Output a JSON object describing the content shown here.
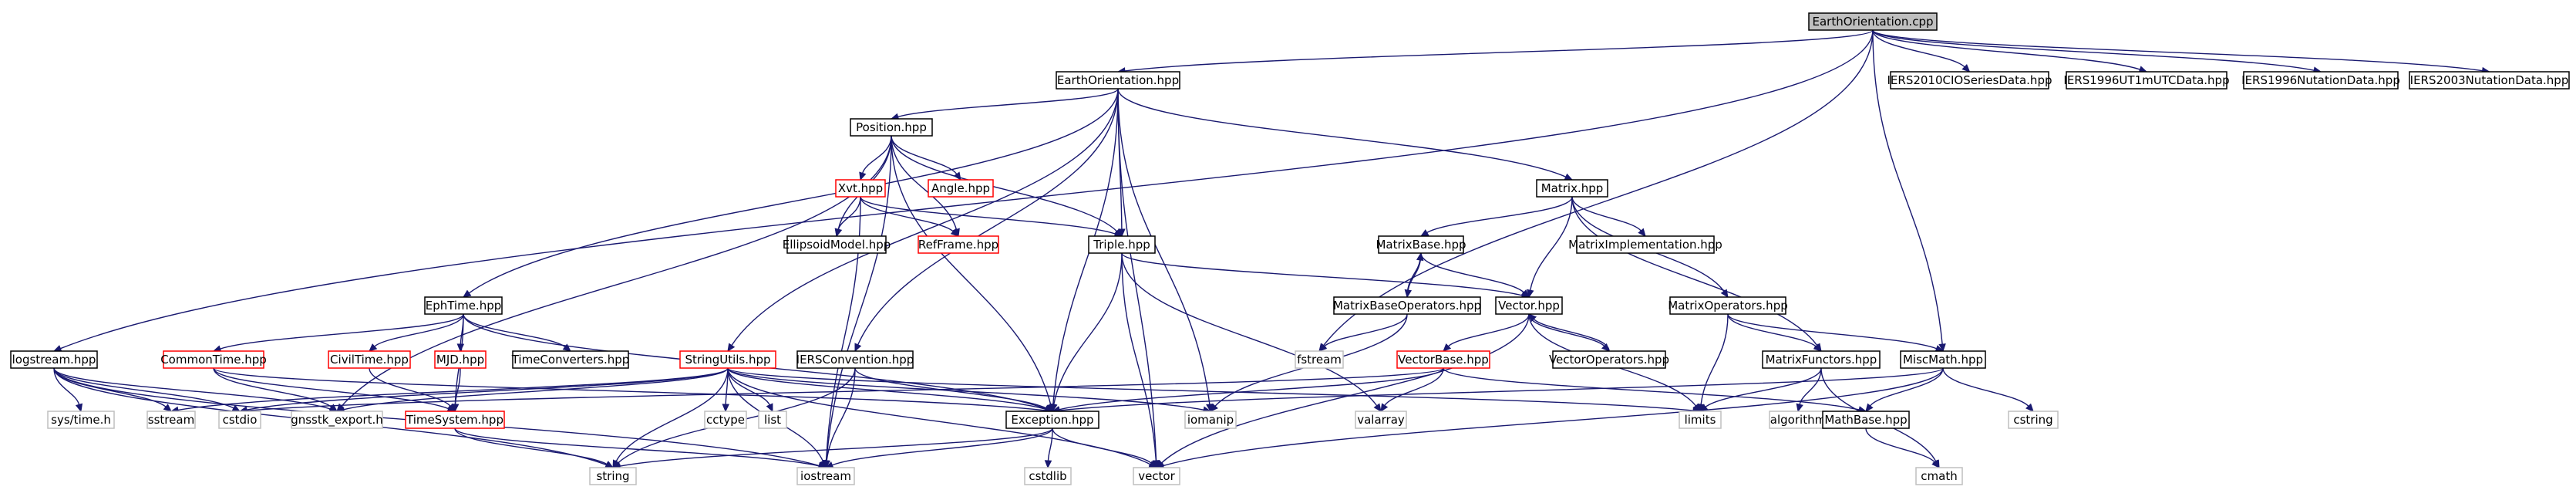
{
  "graph": {
    "nodes": [
      {
        "id": "root",
        "label": "EarthOrientation.cpp",
        "style": "root"
      },
      {
        "id": "eohpp",
        "label": "EarthOrientation.hpp",
        "style": "normal"
      },
      {
        "id": "iers2010",
        "label": "IERS2010CIOSeriesData.hpp",
        "style": "normal"
      },
      {
        "id": "iers1996ut1",
        "label": "IERS1996UT1mUTCData.hpp",
        "style": "normal"
      },
      {
        "id": "iers1996nut",
        "label": "IERS1996NutationData.hpp",
        "style": "normal"
      },
      {
        "id": "iers2003nut",
        "label": "IERS2003NutationData.hpp",
        "style": "normal"
      },
      {
        "id": "position",
        "label": "Position.hpp",
        "style": "normal"
      },
      {
        "id": "matrix",
        "label": "Matrix.hpp",
        "style": "normal"
      },
      {
        "id": "xvt",
        "label": "Xvt.hpp",
        "style": "red"
      },
      {
        "id": "angle",
        "label": "Angle.hpp",
        "style": "red"
      },
      {
        "id": "ellipsoid",
        "label": "EllipsoidModel.hpp",
        "style": "normal"
      },
      {
        "id": "refframe",
        "label": "RefFrame.hpp",
        "style": "red"
      },
      {
        "id": "triple",
        "label": "Triple.hpp",
        "style": "normal"
      },
      {
        "id": "matrixbase",
        "label": "MatrixBase.hpp",
        "style": "normal"
      },
      {
        "id": "matriximpl",
        "label": "MatrixImplementation.hpp",
        "style": "normal"
      },
      {
        "id": "matrixbaseops",
        "label": "MatrixBaseOperators.hpp",
        "style": "normal"
      },
      {
        "id": "vector",
        "label": "Vector.hpp",
        "style": "normal"
      },
      {
        "id": "matrixops",
        "label": "MatrixOperators.hpp",
        "style": "normal"
      },
      {
        "id": "ephtime",
        "label": "EphTime.hpp",
        "style": "normal"
      },
      {
        "id": "logstream",
        "label": "logstream.hpp",
        "style": "normal"
      },
      {
        "id": "commontime",
        "label": "CommonTime.hpp",
        "style": "red"
      },
      {
        "id": "civiltime",
        "label": "CivilTime.hpp",
        "style": "red"
      },
      {
        "id": "mjd",
        "label": "MJD.hpp",
        "style": "red"
      },
      {
        "id": "timeconv",
        "label": "TimeConverters.hpp",
        "style": "normal"
      },
      {
        "id": "stringutils",
        "label": "StringUtils.hpp",
        "style": "red"
      },
      {
        "id": "iersconv",
        "label": "IERSConvention.hpp",
        "style": "normal"
      },
      {
        "id": "vectorbase",
        "label": "VectorBase.hpp",
        "style": "red"
      },
      {
        "id": "vectorops",
        "label": "VectorOperators.hpp",
        "style": "normal"
      },
      {
        "id": "matrixfunc",
        "label": "MatrixFunctors.hpp",
        "style": "normal"
      },
      {
        "id": "miscmath",
        "label": "MiscMath.hpp",
        "style": "normal"
      },
      {
        "id": "fstream",
        "label": "fstream",
        "style": "sys"
      },
      {
        "id": "systime",
        "label": "sys/time.h",
        "style": "sys"
      },
      {
        "id": "sstream",
        "label": "sstream",
        "style": "sys"
      },
      {
        "id": "cstdio",
        "label": "cstdio",
        "style": "sys"
      },
      {
        "id": "gnsstk",
        "label": "gnsstk_export.h",
        "style": "sys"
      },
      {
        "id": "timesystem",
        "label": "TimeSystem.hpp",
        "style": "red"
      },
      {
        "id": "cctype",
        "label": "cctype",
        "style": "sys"
      },
      {
        "id": "list",
        "label": "list",
        "style": "sys"
      },
      {
        "id": "exception",
        "label": "Exception.hpp",
        "style": "normal"
      },
      {
        "id": "iomanip",
        "label": "iomanip",
        "style": "sys"
      },
      {
        "id": "valarray",
        "label": "valarray",
        "style": "sys"
      },
      {
        "id": "limits",
        "label": "limits",
        "style": "sys"
      },
      {
        "id": "algorithm",
        "label": "algorithm",
        "style": "sys"
      },
      {
        "id": "mathbase",
        "label": "MathBase.hpp",
        "style": "normal"
      },
      {
        "id": "cstring",
        "label": "cstring",
        "style": "sys"
      },
      {
        "id": "string",
        "label": "string",
        "style": "sys"
      },
      {
        "id": "iostream",
        "label": "iostream",
        "style": "sys"
      },
      {
        "id": "cstdlib",
        "label": "cstdlib",
        "style": "sys"
      },
      {
        "id": "vectorh",
        "label": "vector",
        "style": "sys"
      },
      {
        "id": "cmath",
        "label": "cmath",
        "style": "sys"
      }
    ],
    "edges": [
      [
        "root",
        "eohpp"
      ],
      [
        "root",
        "iers2010"
      ],
      [
        "root",
        "iers1996ut1"
      ],
      [
        "root",
        "iers1996nut"
      ],
      [
        "root",
        "iers2003nut"
      ],
      [
        "root",
        "logstream"
      ],
      [
        "root",
        "fstream"
      ],
      [
        "root",
        "miscmath"
      ],
      [
        "eohpp",
        "position"
      ],
      [
        "eohpp",
        "matrix"
      ],
      [
        "eohpp",
        "ephtime"
      ],
      [
        "eohpp",
        "iersconv"
      ],
      [
        "eohpp",
        "triple"
      ],
      [
        "eohpp",
        "exception"
      ],
      [
        "eohpp",
        "iomanip"
      ],
      [
        "eohpp",
        "vectorh"
      ],
      [
        "eohpp",
        "stringutils"
      ],
      [
        "position",
        "xvt"
      ],
      [
        "position",
        "angle"
      ],
      [
        "position",
        "ellipsoid"
      ],
      [
        "position",
        "refframe"
      ],
      [
        "position",
        "triple"
      ],
      [
        "position",
        "exception"
      ],
      [
        "position",
        "gnsstk"
      ],
      [
        "position",
        "iostream"
      ],
      [
        "xvt",
        "ellipsoid"
      ],
      [
        "xvt",
        "refframe"
      ],
      [
        "xvt",
        "triple"
      ],
      [
        "xvt",
        "iostream"
      ],
      [
        "triple",
        "vector"
      ],
      [
        "triple",
        "exception"
      ],
      [
        "triple",
        "valarray"
      ],
      [
        "triple",
        "vectorh"
      ],
      [
        "matrix",
        "matrixbase"
      ],
      [
        "matrix",
        "matriximpl"
      ],
      [
        "matrix",
        "vector"
      ],
      [
        "matrix",
        "matrixops"
      ],
      [
        "matrix",
        "matrixfunc"
      ],
      [
        "matrixbase",
        "vector"
      ],
      [
        "matrixbase",
        "matrixbaseops"
      ],
      [
        "matrixbaseops",
        "matrixbase"
      ],
      [
        "matrixbaseops",
        "fstream"
      ],
      [
        "matrixbaseops",
        "iomanip"
      ],
      [
        "vector",
        "vectorbase"
      ],
      [
        "vector",
        "vectorops"
      ],
      [
        "vectorops",
        "vector"
      ],
      [
        "vector",
        "limits"
      ],
      [
        "vector",
        "vectorh"
      ],
      [
        "vectorbase",
        "exception"
      ],
      [
        "vectorbase",
        "valarray"
      ],
      [
        "vectorbase",
        "mathbase"
      ],
      [
        "vectorbase",
        "cstdio"
      ],
      [
        "matrixops",
        "matrixfunc"
      ],
      [
        "matrixops",
        "miscmath"
      ],
      [
        "matrixops",
        "limits"
      ],
      [
        "matrixfunc",
        "limits"
      ],
      [
        "matrixfunc",
        "algorithm"
      ],
      [
        "matrixfunc",
        "cmath"
      ],
      [
        "miscmath",
        "mathbase"
      ],
      [
        "miscmath",
        "cstring"
      ],
      [
        "miscmath",
        "vectorh"
      ],
      [
        "miscmath",
        "exception"
      ],
      [
        "mathbase",
        "cmath"
      ],
      [
        "ephtime",
        "commontime"
      ],
      [
        "ephtime",
        "civiltime"
      ],
      [
        "ephtime",
        "mjd"
      ],
      [
        "ephtime",
        "timeconv"
      ],
      [
        "ephtime",
        "timesystem"
      ],
      [
        "ephtime",
        "exception"
      ],
      [
        "commontime",
        "timesystem"
      ],
      [
        "commontime",
        "gnsstk"
      ],
      [
        "civiltime",
        "timesystem"
      ],
      [
        "mjd",
        "timesystem"
      ],
      [
        "commontime",
        "exception"
      ],
      [
        "logstream",
        "systime"
      ],
      [
        "logstream",
        "sstream"
      ],
      [
        "logstream",
        "cstdio"
      ],
      [
        "logstream",
        "string"
      ],
      [
        "logstream",
        "iostream"
      ],
      [
        "logstream",
        "gnsstk"
      ],
      [
        "stringutils",
        "sstream"
      ],
      [
        "stringutils",
        "cstdio"
      ],
      [
        "stringutils",
        "gnsstk"
      ],
      [
        "stringutils",
        "cctype"
      ],
      [
        "stringutils",
        "list"
      ],
      [
        "stringutils",
        "string"
      ],
      [
        "stringutils",
        "iostream"
      ],
      [
        "stringutils",
        "exception"
      ],
      [
        "stringutils",
        "iomanip"
      ],
      [
        "stringutils",
        "limits"
      ],
      [
        "stringutils",
        "vectorh"
      ],
      [
        "iersconv",
        "exception"
      ],
      [
        "iersconv",
        "string"
      ],
      [
        "iersconv",
        "iostream"
      ],
      [
        "timesystem",
        "string"
      ],
      [
        "timesystem",
        "iostream"
      ],
      [
        "exception",
        "cstdlib"
      ],
      [
        "exception",
        "vectorh"
      ],
      [
        "exception",
        "string"
      ],
      [
        "exception",
        "iostream"
      ]
    ]
  }
}
